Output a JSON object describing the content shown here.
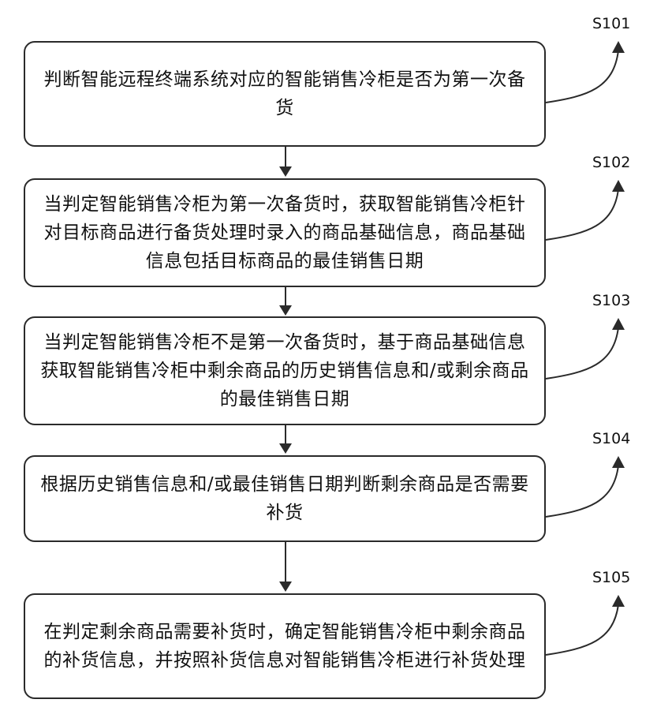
{
  "steps": [
    {
      "id": "S101",
      "text": "判断智能远程终端系统对应的智能销售冷柜是否为第一次备货"
    },
    {
      "id": "S102",
      "text": "当判定智能销售冷柜为第一次备货时，获取智能销售冷柜针对目标商品进行备货处理时录入的商品基础信息，商品基础信息包括目标商品的最佳销售日期"
    },
    {
      "id": "S103",
      "text": "当判定智能销售冷柜不是第一次备货时，基于商品基础信息获取智能销售冷柜中剩余商品的历史销售信息和/或剩余商品的最佳销售日期"
    },
    {
      "id": "S104",
      "text": "根据历史销售信息和/或最佳销售日期判断剩余商品是否需要补货"
    },
    {
      "id": "S105",
      "text": "在判定剩余商品需要补货时，确定智能销售冷柜中剩余商品的补货信息，并按照补货信息对智能销售冷柜进行补货处理"
    }
  ]
}
